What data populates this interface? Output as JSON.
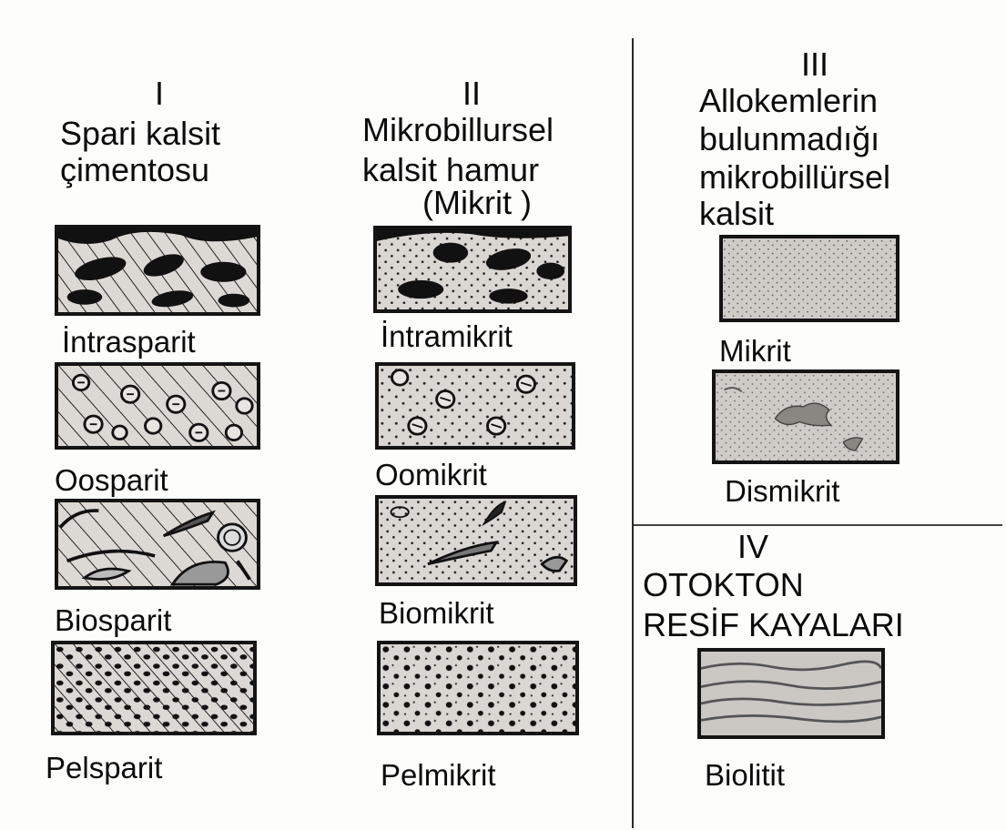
{
  "columns": [
    {
      "roman": "I",
      "heading_lines": [
        "Spari kalsit",
        "çimentosu"
      ],
      "items": [
        "İntrasparit",
        "Oosparit",
        "Biosparit",
        "Pelsparit"
      ]
    },
    {
      "roman": "II",
      "heading_lines": [
        "Mikrobillursel",
        "kalsit hamur",
        "(Mikrit )"
      ],
      "items": [
        "İntramikrit",
        "Oomikrit",
        "Biomikrit",
        "Pelmikrit"
      ]
    },
    {
      "roman": "III",
      "heading_lines": [
        "Allokemlerin",
        "bulunmadığı",
        "mikrobillürsel",
        "kalsit"
      ],
      "items": [
        "Mikrit",
        "Dismikrit"
      ]
    },
    {
      "roman": "IV",
      "heading_lines": [
        "OTOKTON",
        "RESİF KAYALARI"
      ],
      "items": [
        "Biolitit"
      ]
    }
  ]
}
